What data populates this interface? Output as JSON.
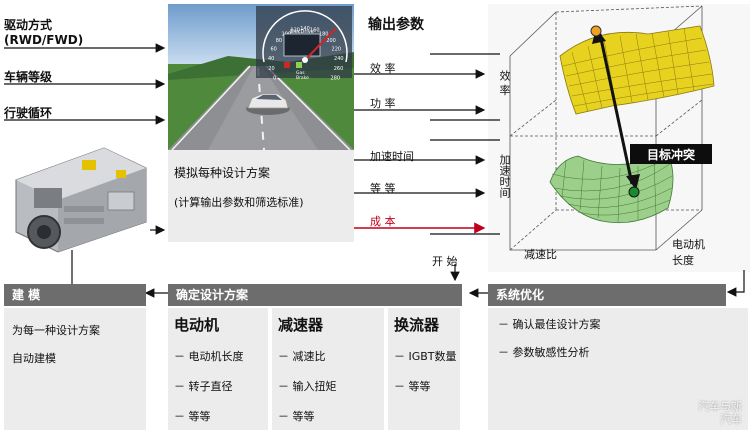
{
  "inputs": {
    "drive_line1": "驱动方式",
    "drive_line2": "(RWD/FWD)",
    "vehicle_class": "车辆等级",
    "driving_cycle": "行驶循环"
  },
  "simulation": {
    "line1": "模拟每种设计方案",
    "line2": "(计算输出参数和筛选标准)",
    "hud_title": "ElecDrive",
    "hud_gas": "Gas",
    "hud_brake": "Brake",
    "dial_ticks": [
      "0",
      "20",
      "40",
      "60",
      "80",
      "100",
      "120",
      "140",
      "160",
      "180",
      "200",
      "220",
      "240",
      "260",
      "280"
    ]
  },
  "outputs": {
    "title": "输出参数",
    "items": [
      {
        "label": "效 率",
        "color": "#111111"
      },
      {
        "label": "功 率",
        "color": "#111111"
      },
      {
        "label": "加速时间",
        "color": "#111111"
      },
      {
        "label": "等 等",
        "color": "#111111"
      },
      {
        "label": "成 本",
        "color": "#c0001a"
      }
    ]
  },
  "chart": {
    "axis_efficiency": "效 率",
    "axis_acceleration": "加速时间",
    "axis_ratio": "减速比",
    "axis_motor_line1": "电动机",
    "axis_motor_line2": "长度",
    "conflict_label": "目标冲突",
    "top_surface_color": "#e6d21f",
    "bottom_surface_color": "#9ccf8a",
    "optimum_top_color": "#f2a11f",
    "optimum_bottom_color": "#1a8a2e"
  },
  "start_label": "开 始",
  "bars": {
    "modeling": "建 模",
    "define_design": "确定设计方案",
    "optimization": "系统优化"
  },
  "modeling_panel": {
    "items": [
      "为每一种设计方案",
      "自动建模"
    ]
  },
  "design_panels": [
    {
      "title": "电动机",
      "items": [
        "－ 电动机长度",
        "－ 转子直径",
        "－ 等等"
      ]
    },
    {
      "title": "减速器",
      "items": [
        "－ 减速比",
        "－ 输入扭矩",
        "－ 等等"
      ]
    },
    {
      "title": "换流器",
      "items": [
        "－ IGBT数量",
        "－ 等等"
      ]
    }
  ],
  "optimization_panel": {
    "items": [
      "－ 确认最佳设计方案",
      "－ 参数敏感性分析"
    ]
  },
  "watermark": {
    "line1": "汽车与新",
    "line2": "汽车"
  }
}
